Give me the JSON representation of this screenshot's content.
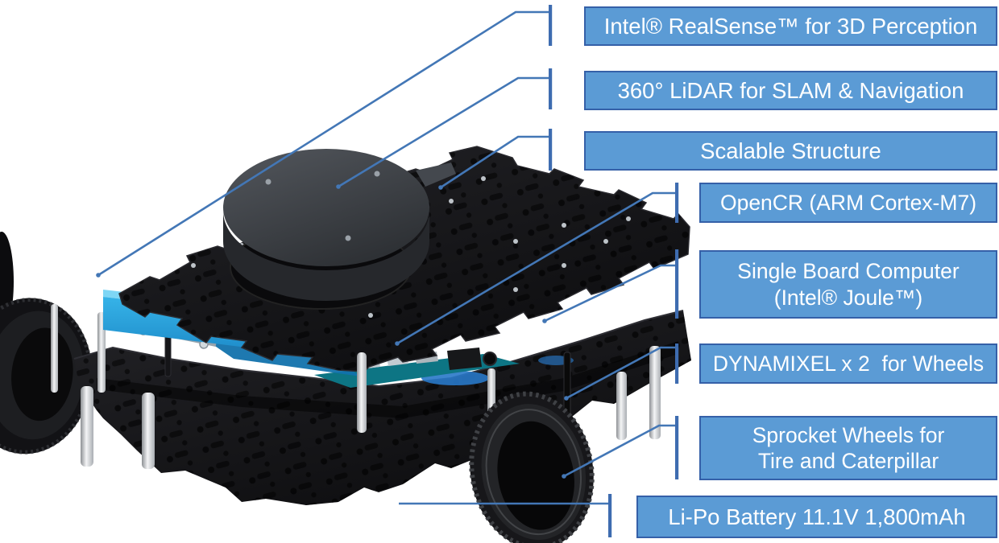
{
  "labels": [
    {
      "id": "realsense",
      "text": "Intel® RealSense™ for 3D Perception"
    },
    {
      "id": "lidar",
      "text": "360° LiDAR for SLAM & Navigation"
    },
    {
      "id": "structure",
      "text": "Scalable Structure"
    },
    {
      "id": "opencr",
      "text": "OpenCR (ARM Cortex-M7)"
    },
    {
      "id": "sbc",
      "line1": "Single Board Computer",
      "line2": "(Intel® Joule™)"
    },
    {
      "id": "dynamixel",
      "text": "DYNAMIXEL x 2  for Wheels"
    },
    {
      "id": "sprocket",
      "line1": "Sprocket Wheels for",
      "line2": "Tire and Caterpillar"
    },
    {
      "id": "battery",
      "text": "Li-Po Battery 11.1V 1,800mAh"
    }
  ],
  "colors": {
    "label_background": "#5B9BD5",
    "label_border": "#3560A8",
    "label_text": "#FFFFFF",
    "leader_line": "#4377B6",
    "realsense_bar": "#29A3E0",
    "robot_body": "#121215",
    "background": "#FFFFFF"
  }
}
